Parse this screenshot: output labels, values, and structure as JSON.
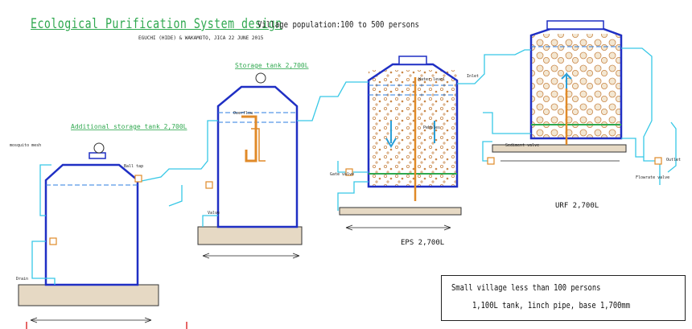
{
  "title": "Ecological Purification System design",
  "subtitle": "EGUCHI (HIDE) & WAKAMOTO, JICA 22 JUNE 2015",
  "population": "Village population:100 to 500 persons",
  "tanks": {
    "additional": "Additional storage tank 2,700L",
    "storage": "Storage tank 2,700L",
    "eps": "EPS 2,700L",
    "urf": "URF 2,700L"
  },
  "labels": {
    "mosquito_mesh": "mosquito mesh",
    "ball_tap": "Ball tap",
    "valve": "Valve",
    "drain": "Drain",
    "overflow": "Overflow",
    "gate_valve": "Gate valve",
    "water_level": "Water level",
    "sediment_valve": "Sediment valve",
    "flowrate_valve": "Flowrate valve",
    "outlet": "Outlet",
    "inlet": "Inlet",
    "pebbles": "Pebbles"
  },
  "note": {
    "line1": "Small village less than 100 persons",
    "line2": "1,100L tank, 1inch pipe, base 1,700mm"
  },
  "colors": {
    "tank": "#1f2fc4",
    "pipe": "#37c8e6",
    "valve_orange": "#e08a28",
    "title": "#2fa84f",
    "pebble": "#c9884a",
    "base": "#e6d9c4"
  }
}
